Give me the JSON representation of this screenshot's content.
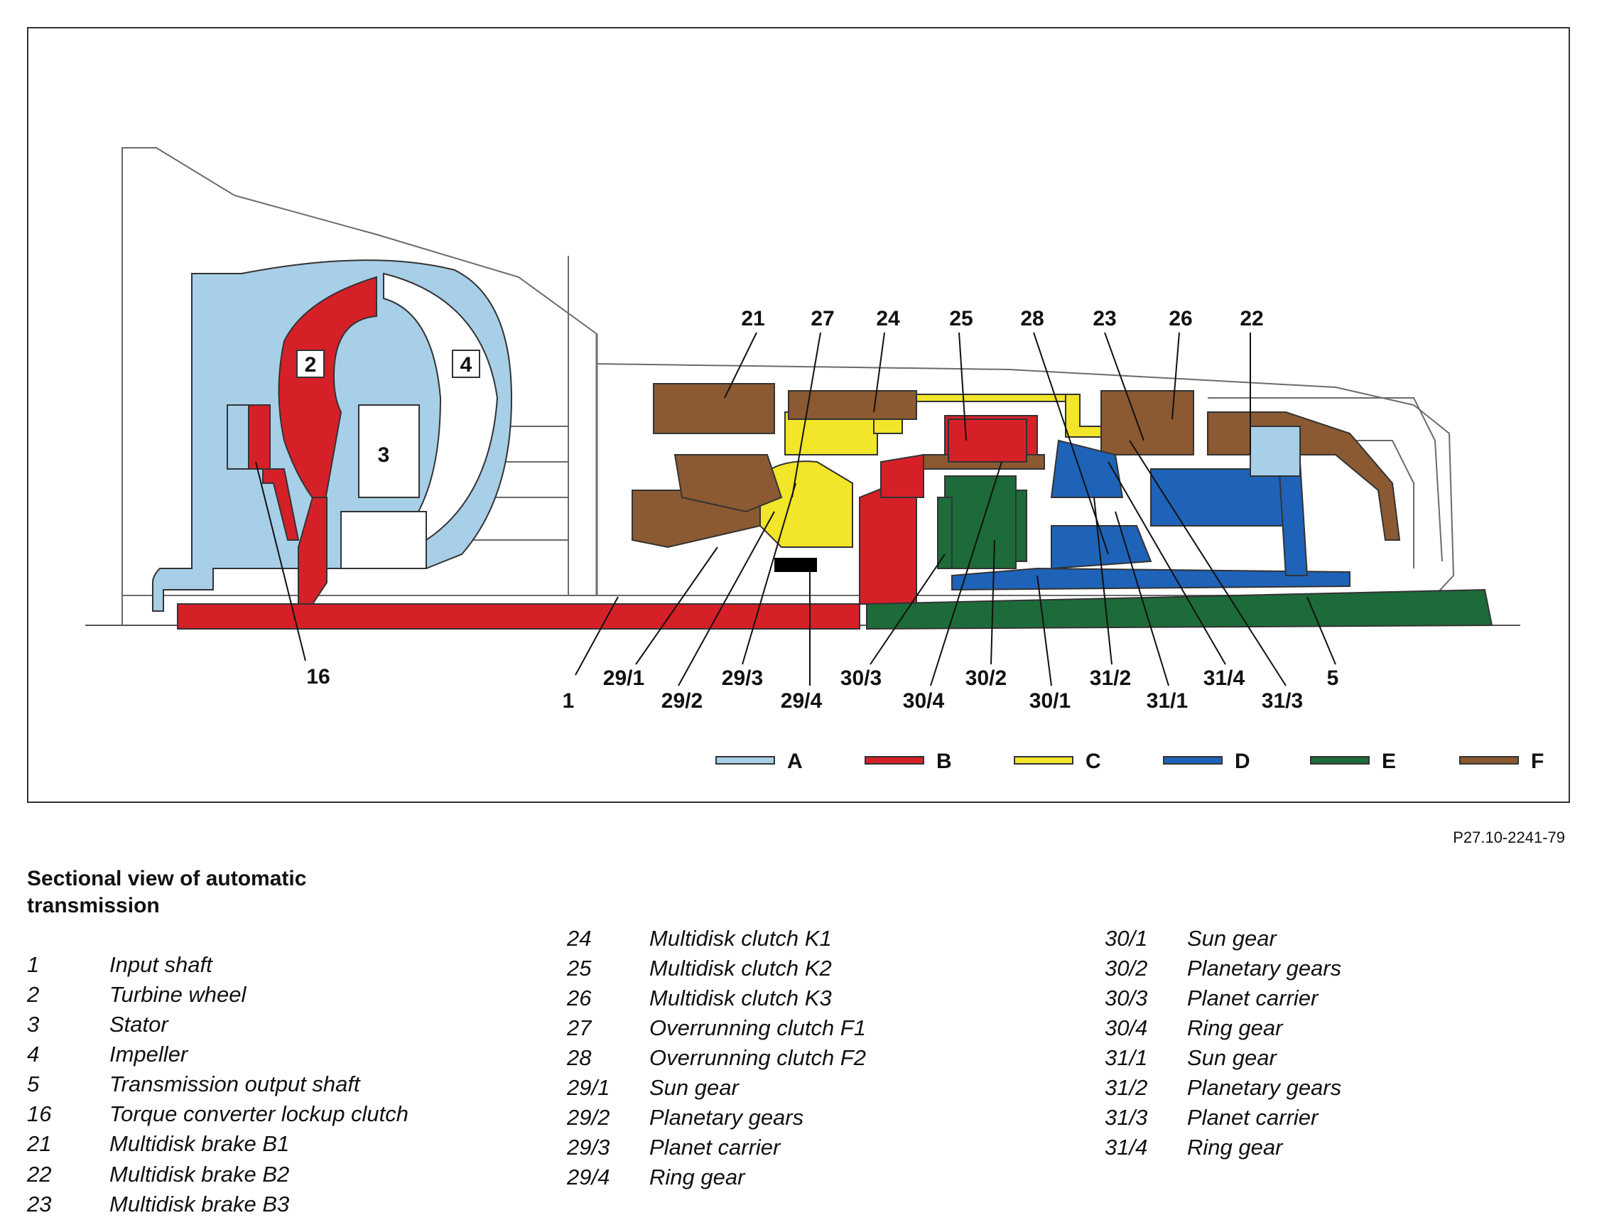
{
  "figure_code": "P27.10-2241-79",
  "caption": "Sectional view of automatic transmission",
  "colors": {
    "A": "#a8cfe8",
    "B": "#d62028",
    "C": "#f2e52a",
    "D": "#1e63b8",
    "E": "#1d6b3a",
    "F": "#8b5a32",
    "housing_line": "#6b6b6b"
  },
  "legend": [
    {
      "key": "A",
      "label": "A"
    },
    {
      "key": "B",
      "label": "B"
    },
    {
      "key": "C",
      "label": "C"
    },
    {
      "key": "D",
      "label": "D"
    },
    {
      "key": "E",
      "label": "E"
    },
    {
      "key": "F",
      "label": "F"
    }
  ],
  "callouts": {
    "c2": "2",
    "c3": "3",
    "c4": "4",
    "c16": "16",
    "c21": "21",
    "c27": "27",
    "c24": "24",
    "c25": "25",
    "c28": "28",
    "c23": "23",
    "c26": "26",
    "c22": "22",
    "c1": "1",
    "c29_1": "29/1",
    "c29_2": "29/2",
    "c29_3": "29/3",
    "c29_4": "29/4",
    "c30_3": "30/3",
    "c30_4": "30/4",
    "c30_2": "30/2",
    "c30_1": "30/1",
    "c31_2": "31/2",
    "c31_1": "31/1",
    "c31_4": "31/4",
    "c31_3": "31/3",
    "c5": "5"
  },
  "parts": {
    "col1": [
      {
        "num": "1",
        "name": "Input shaft"
      },
      {
        "num": "2",
        "name": "Turbine wheel"
      },
      {
        "num": "3",
        "name": "Stator"
      },
      {
        "num": "4",
        "name": "Impeller"
      },
      {
        "num": "5",
        "name": "Transmission output shaft"
      },
      {
        "num": "16",
        "name": "Torque converter lockup clutch"
      },
      {
        "num": "21",
        "name": "Multidisk brake B1"
      },
      {
        "num": "22",
        "name": "Multidisk brake B2"
      },
      {
        "num": "23",
        "name": "Multidisk brake B3"
      }
    ],
    "col2": [
      {
        "num": "24",
        "name": "Multidisk clutch K1"
      },
      {
        "num": "25",
        "name": "Multidisk clutch K2"
      },
      {
        "num": "26",
        "name": "Multidisk clutch K3"
      },
      {
        "num": "27",
        "name": "Overrunning clutch F1"
      },
      {
        "num": "28",
        "name": "Overrunning clutch F2"
      },
      {
        "num": "29/1",
        "name": "Sun gear"
      },
      {
        "num": "29/2",
        "name": "Planetary gears"
      },
      {
        "num": "29/3",
        "name": "Planet carrier"
      },
      {
        "num": "29/4",
        "name": "Ring gear"
      }
    ],
    "col3": [
      {
        "num": "30/1",
        "name": "Sun gear"
      },
      {
        "num": "30/2",
        "name": "Planetary gears"
      },
      {
        "num": "30/3",
        "name": "Planet carrier"
      },
      {
        "num": "30/4",
        "name": "Ring gear"
      },
      {
        "num": "31/1",
        "name": "Sun gear"
      },
      {
        "num": "31/2",
        "name": "Planetary gears"
      },
      {
        "num": "31/3",
        "name": "Planet carrier"
      },
      {
        "num": "31/4",
        "name": "Ring gear"
      }
    ]
  }
}
